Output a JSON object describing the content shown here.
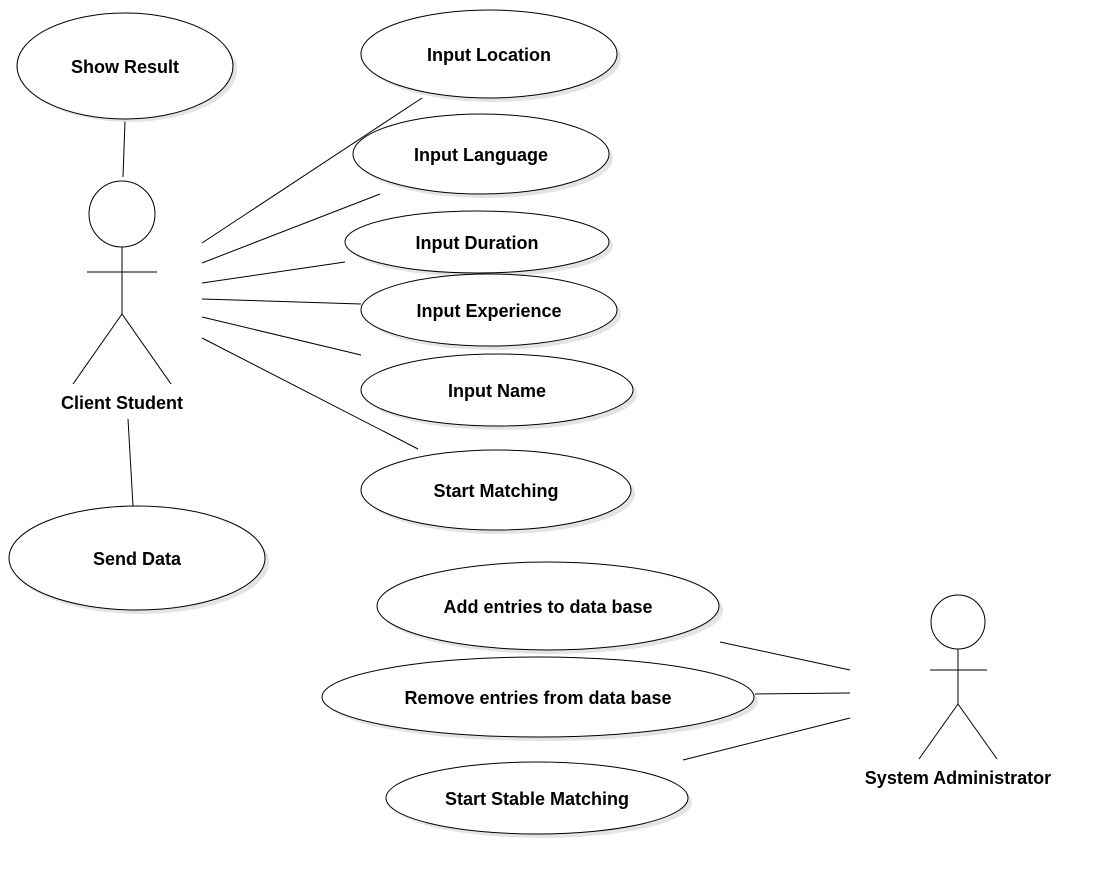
{
  "diagram": {
    "actors": {
      "client": {
        "label": "Client Student"
      },
      "admin": {
        "label": "System Administrator"
      }
    },
    "use_cases": {
      "show_result": "Show Result",
      "input_location": "Input Location",
      "input_language": "Input Language",
      "input_duration": "Input Duration",
      "input_experience": "Input Experience",
      "input_name": "Input Name",
      "start_matching": "Start Matching",
      "send_data": "Send Data",
      "add_entries": "Add entries to data base",
      "remove_entries": "Remove entries from data base",
      "start_stable_matching": "Start Stable Matching"
    }
  }
}
